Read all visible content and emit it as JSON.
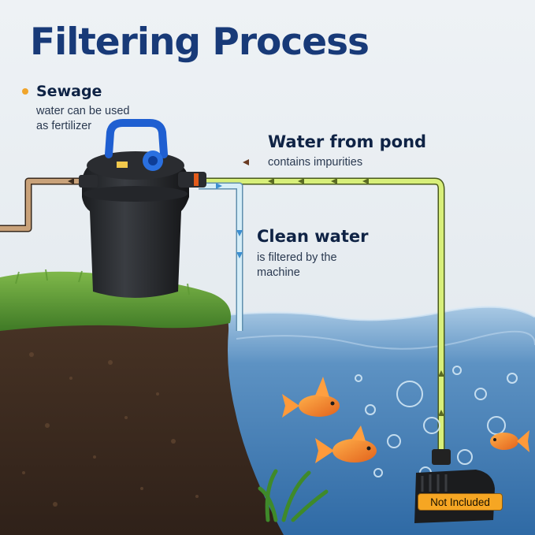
{
  "title": "Filtering Process",
  "sewage": {
    "title": "Sewage",
    "lines": [
      "water can be used",
      "as fertilizer"
    ]
  },
  "pond": {
    "title": "Water from pond",
    "subtitle": "contains impurities"
  },
  "clean": {
    "title": "Clean water",
    "lines": [
      "is filtered by the",
      "machine"
    ]
  },
  "badge": "Not Included",
  "colors": {
    "title": "#183a78",
    "accent_dot": "#f0a52c",
    "pond_pipe": "#d8ef7a",
    "clean_pipe": "#cfeaf6",
    "sewage_pipe": "#c9a27a",
    "water": "#6fa4cf",
    "filter_handle": "#1f5fd1",
    "badge_bg": "#f6a623"
  },
  "icons": [
    "filter-canister-icon",
    "pump-icon",
    "goldfish-icon",
    "bubbles-icon",
    "arrow-icon"
  ]
}
